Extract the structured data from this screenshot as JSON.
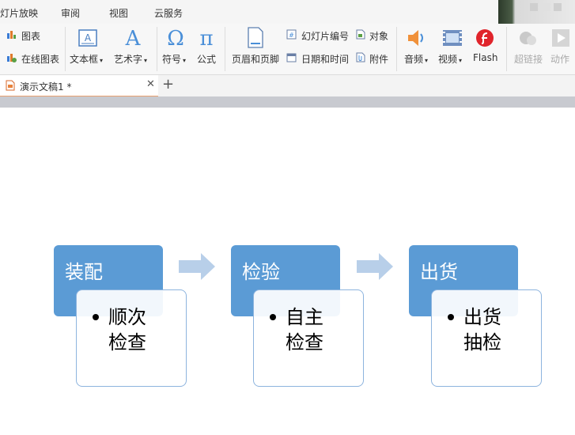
{
  "menu": [
    "灯片放映",
    "审阅",
    "视图",
    "云服务"
  ],
  "ribbon": {
    "chart": "图表",
    "online_chart": "在线图表",
    "textbox": "文本框",
    "wordart": "艺术字",
    "symbol": "符号",
    "formula": "公式",
    "header_footer": "页眉和页脚",
    "slide_number": "幻灯片编号",
    "object": "对象",
    "datetime": "日期和时间",
    "attachment": "附件",
    "audio": "音频",
    "video": "视频",
    "flash": "Flash",
    "hyperlink": "超链接",
    "action": "动作"
  },
  "tab": {
    "title": "演示文稿1 *"
  },
  "smartart": [
    {
      "head": "装配",
      "sub": "顺次检查"
    },
    {
      "head": "检验",
      "sub": "自主检查"
    },
    {
      "head": "出货",
      "sub": "出货抽检"
    }
  ],
  "colors": {
    "head_fill": "#5b9bd5",
    "arrow_fill": "#b8cfe9",
    "sub_border": "#8db4de",
    "flash_red": "#e0242b"
  }
}
